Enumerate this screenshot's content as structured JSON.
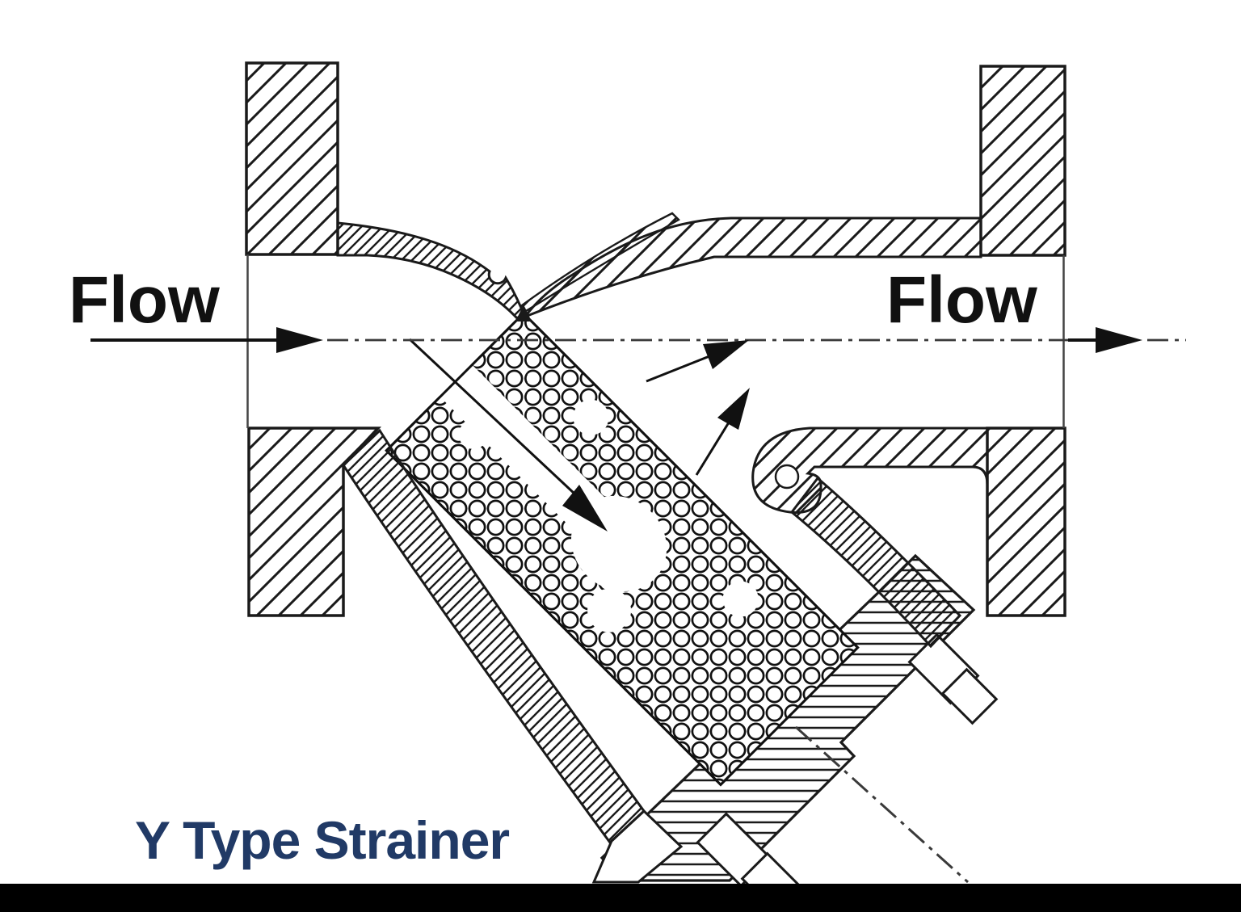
{
  "diagram": {
    "title": "Y Type Strainer",
    "labels": {
      "flow_left": "Flow",
      "flow_right": "Flow"
    },
    "colors": {
      "line": "#1a1a1a",
      "centerline": "#3a3a3a",
      "title": "#213A66",
      "background": "#ffffff",
      "bottom_bar": "#000000"
    }
  }
}
